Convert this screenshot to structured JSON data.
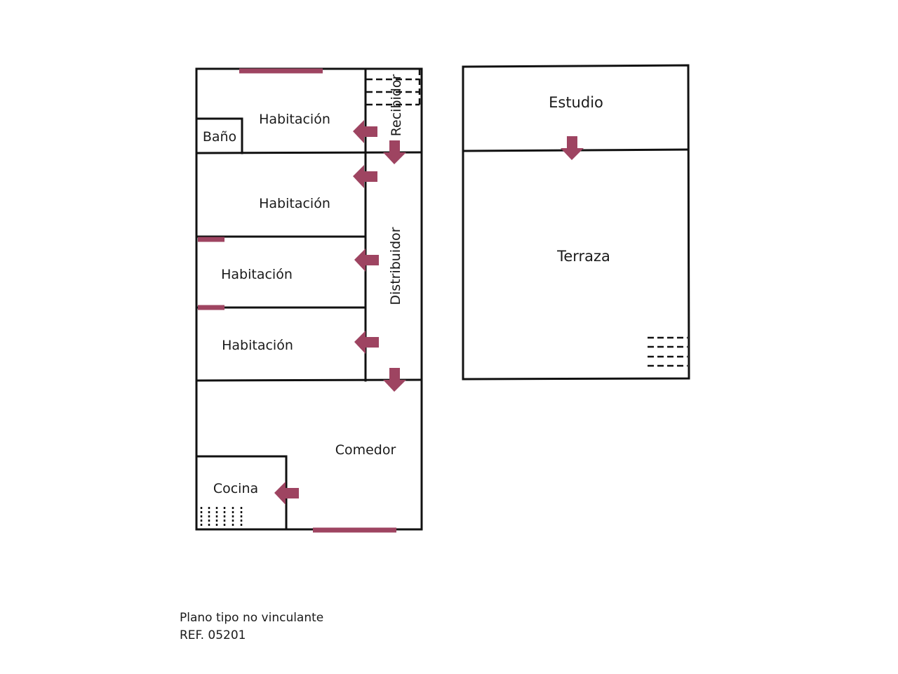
{
  "accent_color": "#9e4461",
  "rooms": {
    "habitacion_1": "Habitación",
    "bano": "Baño",
    "recibidor": "Recibidor",
    "habitacion_2": "Habitación",
    "distribuidor": "Distribuidor",
    "habitacion_3": "Habitación",
    "habitacion_4": "Habitación",
    "comedor": "Comedor",
    "cocina": "Cocina",
    "estudio": "Estudio",
    "terraza": "Terraza"
  },
  "footer": {
    "line1": "Plano tipo no vinculante",
    "line2": "REF. 05201"
  }
}
